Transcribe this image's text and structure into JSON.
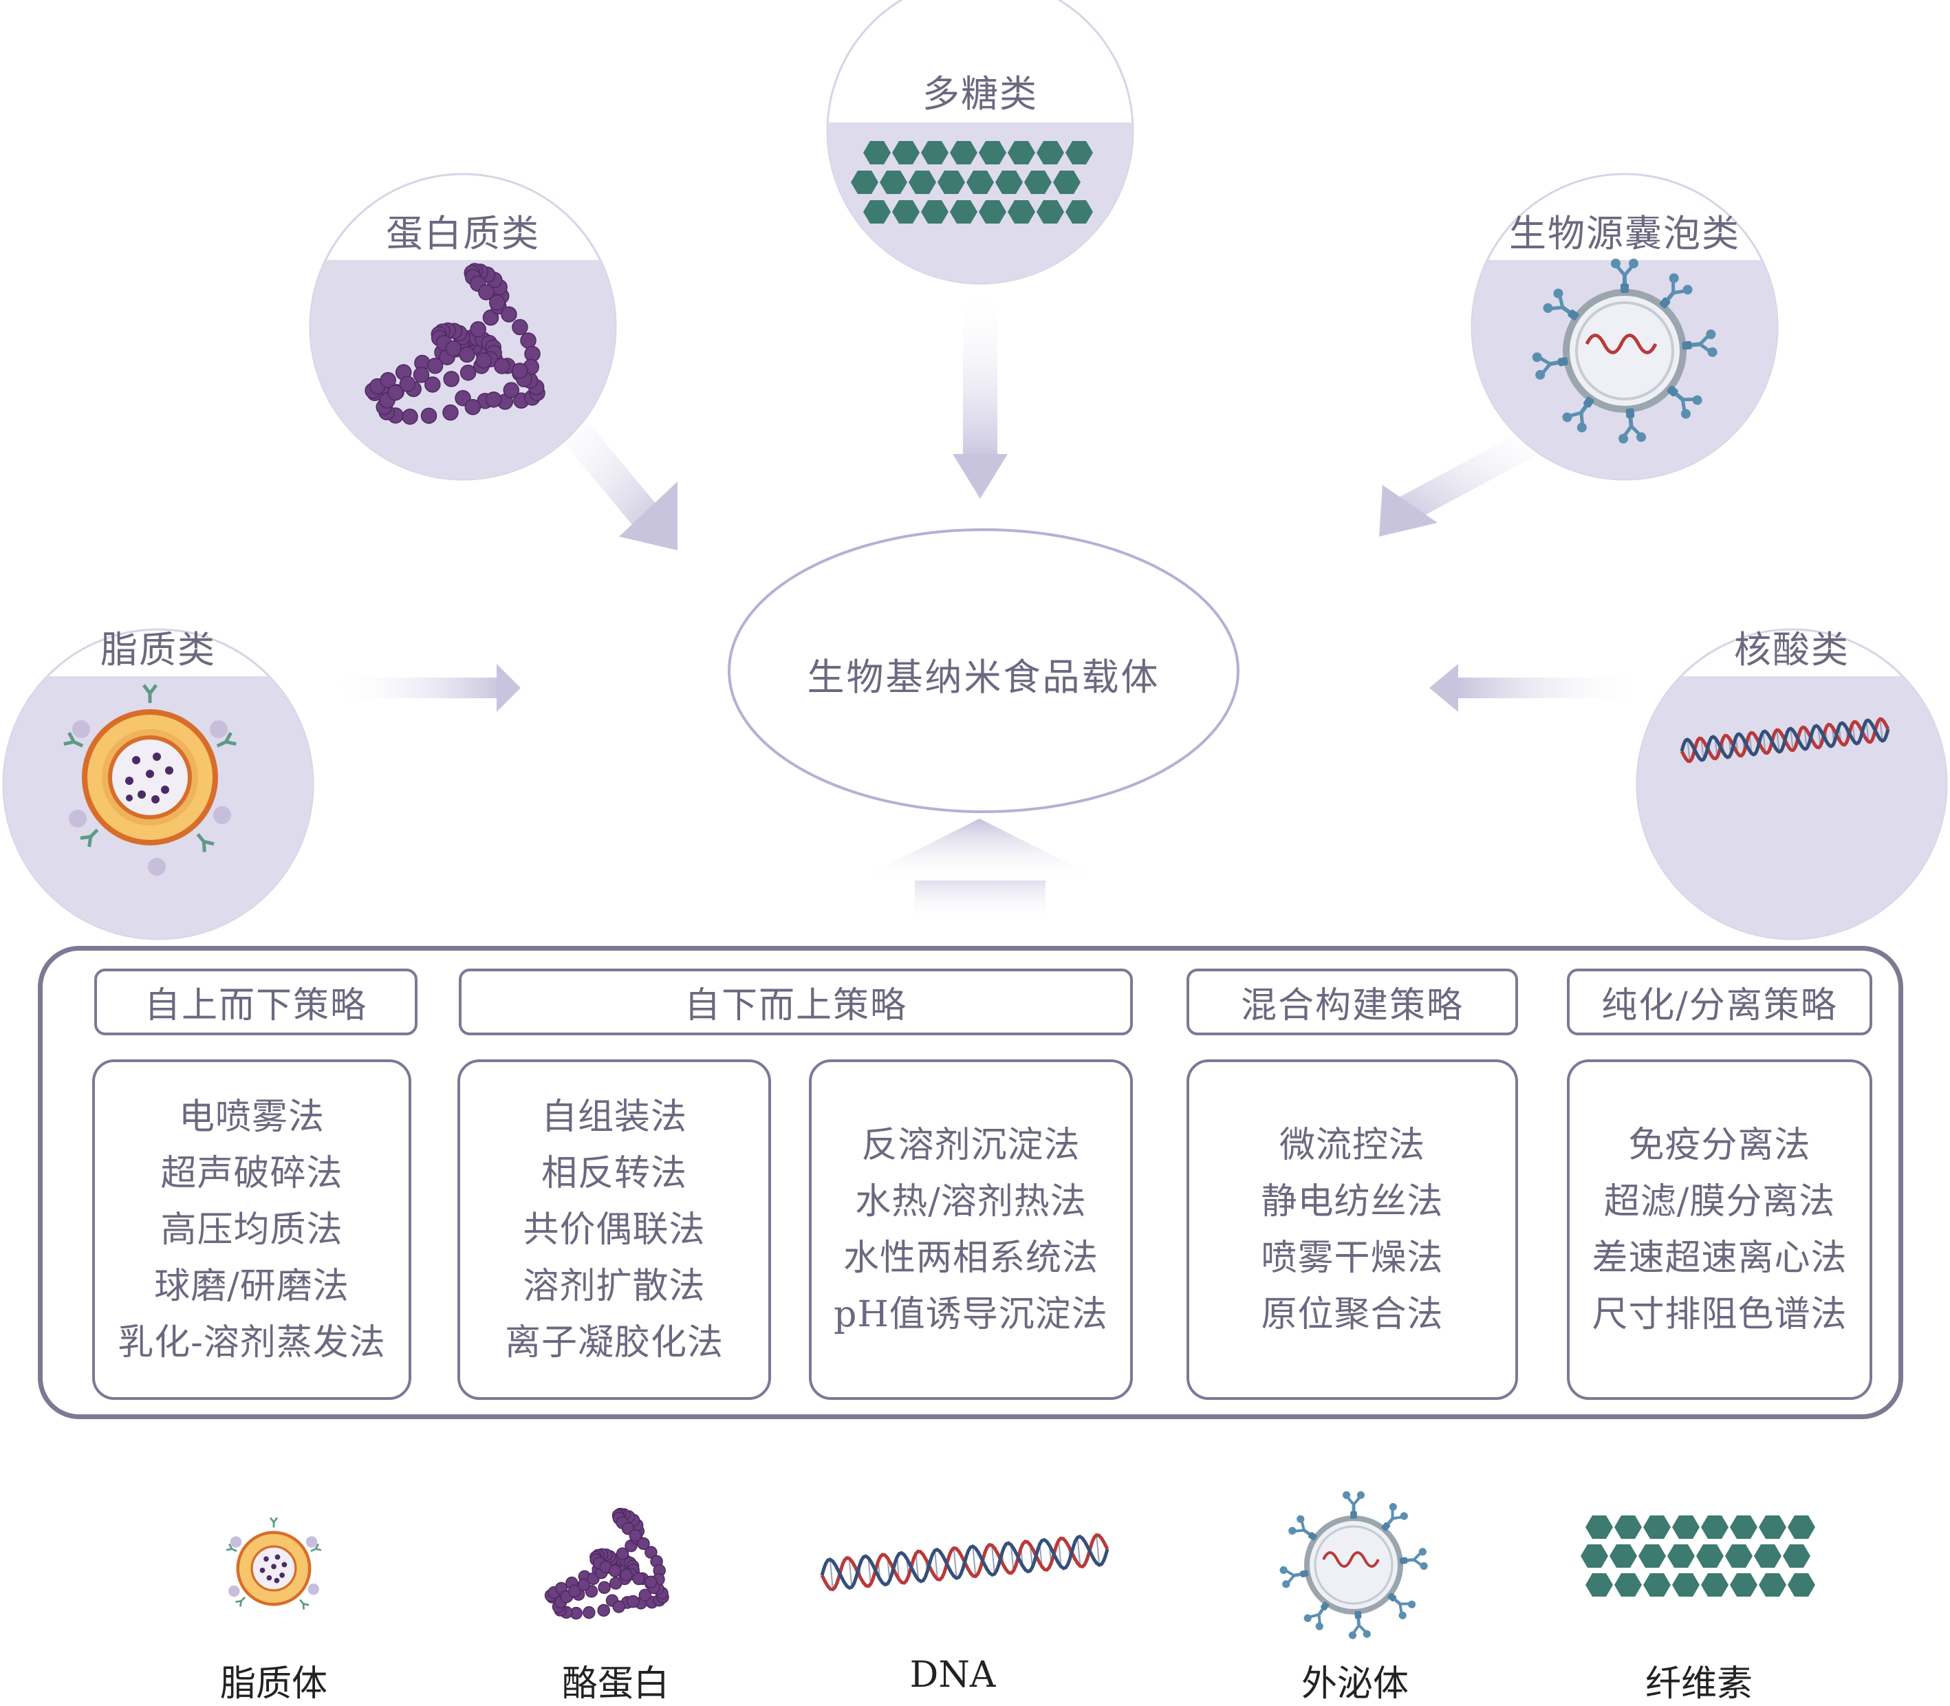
{
  "title": "生物基纳米食品载体",
  "sources": [
    {
      "id": "polysaccharide",
      "label": "多糖类"
    },
    {
      "id": "protein",
      "label": "蛋白质类"
    },
    {
      "id": "vesicle",
      "label": "生物源囊泡类"
    },
    {
      "id": "lipid",
      "label": "脂质类"
    },
    {
      "id": "nucleic",
      "label": "核酸类"
    }
  ],
  "strategies": {
    "headers": [
      "自上而下策略",
      "自下而上策略",
      "混合构建策略",
      "纯化/分离策略"
    ],
    "boxes": [
      {
        "items": [
          "电喷雾法",
          "超声破碎法",
          "高压均质法",
          "球磨/研磨法",
          "乳化-溶剂蒸发法"
        ]
      },
      {
        "items": [
          "自组装法",
          "相反转法",
          "共价偶联法",
          "溶剂扩散法",
          "离子凝胶化法"
        ]
      },
      {
        "items": [
          "反溶剂沉淀法",
          "水热/溶剂热法",
          "水性两相系统法",
          "pH值诱导沉淀法"
        ]
      },
      {
        "items": [
          "微流控法",
          "静电纺丝法",
          "喷雾干燥法",
          "原位聚合法"
        ]
      },
      {
        "items": [
          "免疫分离法",
          "超滤/膜分离法",
          "差速超速离心法",
          "尺寸排阻色谱法"
        ]
      }
    ]
  },
  "legend": [
    {
      "icon": "liposome-icon",
      "label": "脂质体"
    },
    {
      "icon": "casein-icon",
      "label": "酪蛋白"
    },
    {
      "icon": "dna-icon",
      "label": "DNA"
    },
    {
      "icon": "exosome-icon",
      "label": "外泌体"
    },
    {
      "icon": "cellulose-icon",
      "label": "纤维素"
    }
  ],
  "colors": {
    "lavender": "#dedbec",
    "outline": "#7d7894",
    "text": "#6c6880",
    "teal": "#3d7a70",
    "purple": "#6b3f80",
    "dnaRed": "#b83a3a",
    "dnaBlue": "#34507a",
    "vesicleBlue": "#5b8fb0",
    "lipidOrange": "#e79b3c"
  }
}
